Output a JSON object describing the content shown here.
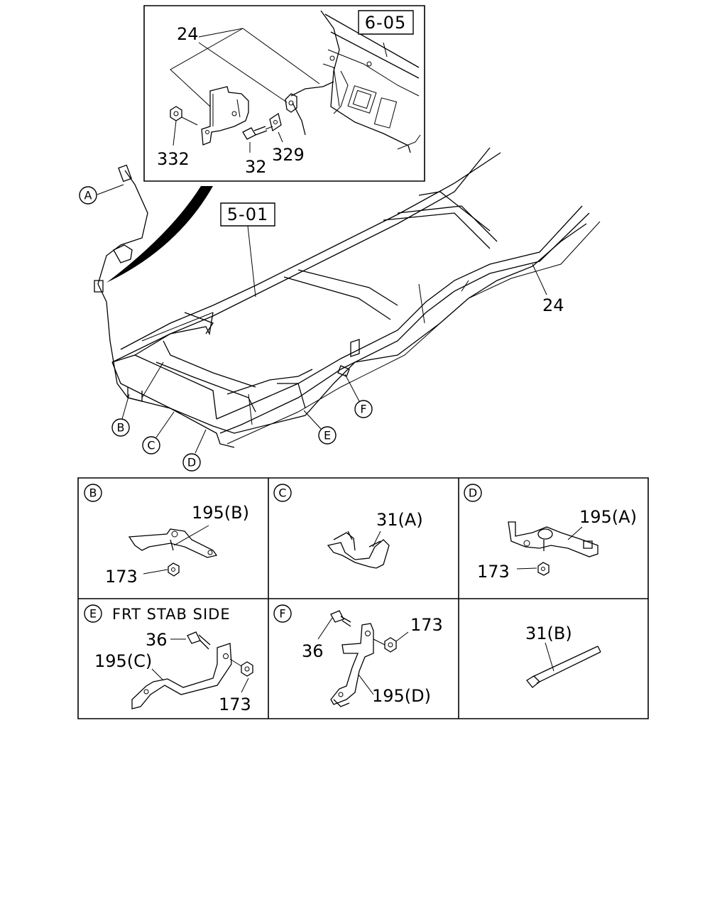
{
  "inset": {
    "ref": "6-05",
    "parts": {
      "p24": "24",
      "p332": "332",
      "p32": "32",
      "p329": "329"
    }
  },
  "main": {
    "ref": "5-01",
    "cable_label": "24",
    "callouts": {
      "A": "A",
      "B": "B",
      "C": "C",
      "D": "D",
      "E": "E",
      "F": "F"
    }
  },
  "details": {
    "B": {
      "letter": "B",
      "bracket": "195(B)",
      "nut": "173"
    },
    "C": {
      "letter": "C",
      "clip": "31(A)"
    },
    "D": {
      "letter": "D",
      "bracket": "195(A)",
      "nut": "173"
    },
    "E": {
      "letter": "E",
      "note": "FRT STAB SIDE",
      "bolt": "36",
      "bracket": "195(C)",
      "nut": "173"
    },
    "F": {
      "letter": "F",
      "bolt": "36",
      "nut": "173",
      "bracket": "195(D)"
    },
    "G": {
      "tie": "31(B)"
    }
  }
}
